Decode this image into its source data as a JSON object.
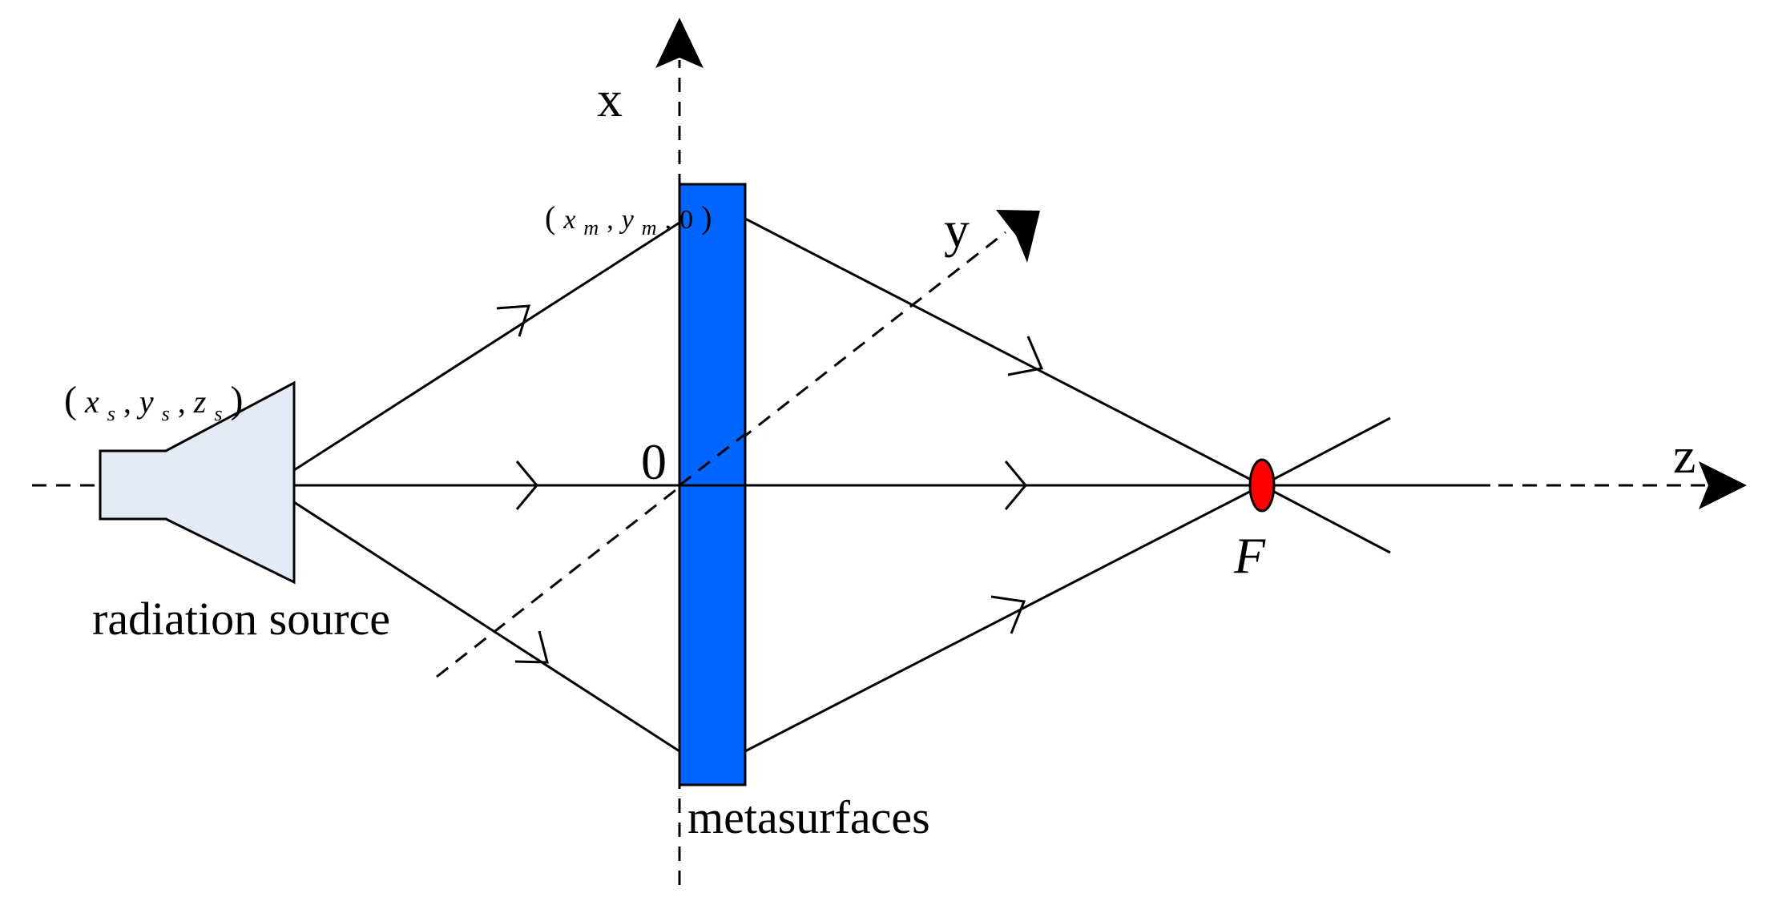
{
  "axes": {
    "x_label": "x",
    "y_label": "y",
    "z_label": "z",
    "origin_label": "0"
  },
  "labels": {
    "source": "radiation source",
    "metasurface": "metasurfaces",
    "focus": "F"
  },
  "coordinates": {
    "source": {
      "open": "(",
      "a": "x",
      "a_sub": "s",
      "b": "y",
      "b_sub": "s",
      "c": "z",
      "c_sub": "s",
      "close": ")"
    },
    "metasurface_point": {
      "open": "(",
      "a": "x",
      "a_sub": "m",
      "b": "y",
      "b_sub": "m",
      "c": "0",
      "close": ")"
    }
  },
  "colors": {
    "metasurface": "#0066ff",
    "source_fill": "#e3ebf6",
    "focus": "#ff0000",
    "line": "#000000"
  }
}
